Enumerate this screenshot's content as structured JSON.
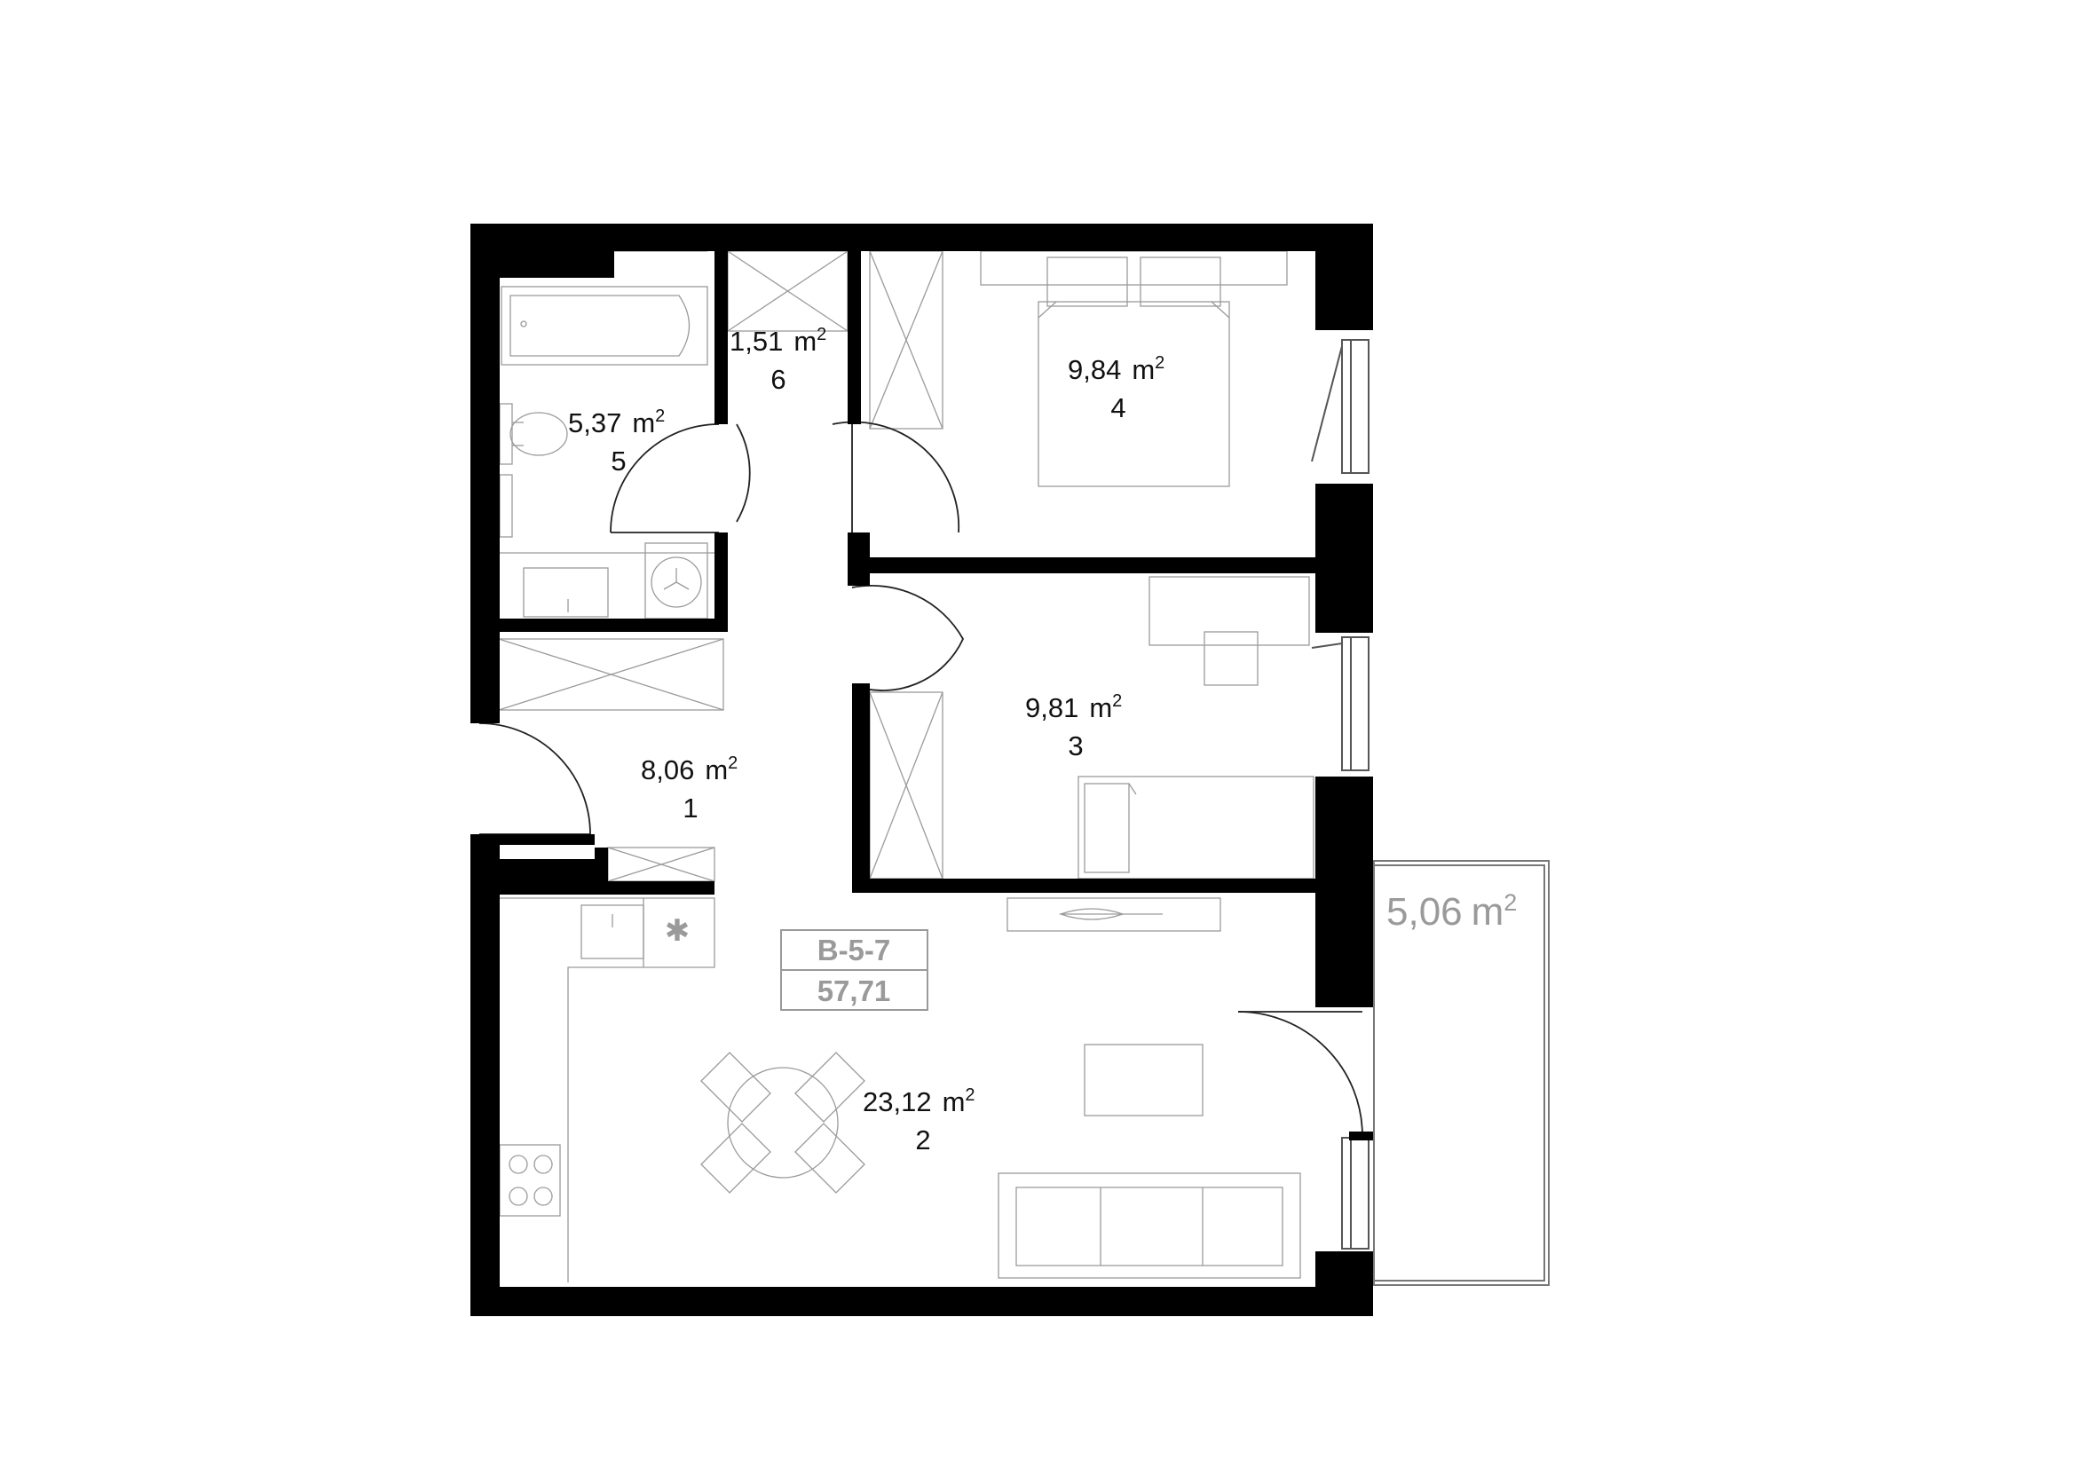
{
  "rooms": {
    "r1": {
      "area": "8,06",
      "number": "1"
    },
    "r2": {
      "area": "23,12",
      "number": "2"
    },
    "r3": {
      "area": "9,81",
      "number": "3"
    },
    "r4": {
      "area": "9,84",
      "number": "4"
    },
    "r5": {
      "area": "5,37",
      "number": "5"
    },
    "r6": {
      "area": "1,51",
      "number": "6"
    }
  },
  "unit": {
    "m": "m",
    "sq": "2"
  },
  "balcony": {
    "area": "5,06",
    "unit": "m",
    "sq": "2"
  },
  "apartment": {
    "code": "B-5-7",
    "total_area": "57,71"
  }
}
